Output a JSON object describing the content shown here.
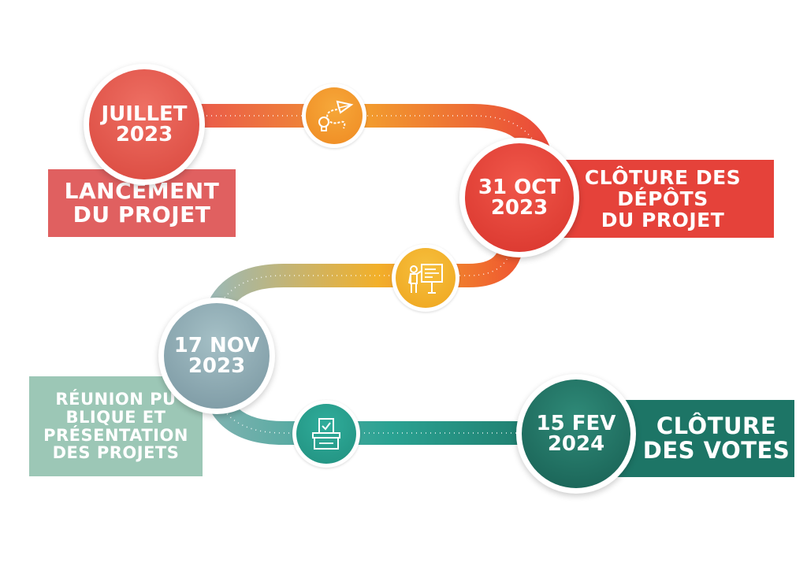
{
  "colors": {
    "red": "#e64a3b",
    "coral": "#e06060",
    "orange": "#f07a2a",
    "yellow": "#f2b328",
    "teal_grey": "#8aa8b0",
    "mint": "#9cc7b6",
    "teal": "#2aa292",
    "dark_green": "#1d7566"
  },
  "milestones": [
    {
      "date_line1": "JUILLET",
      "date_line2": "2023",
      "label_lines": [
        "LANCEMENT",
        "DU PROJET"
      ]
    },
    {
      "date_line1": "31 OCT",
      "date_line2": "2023",
      "label_lines": [
        "CLÔTURE DES",
        "DÉPÔTS",
        "DU PROJET"
      ]
    },
    {
      "date_line1": "17 NOV",
      "date_line2": "2023",
      "label_lines": [
        "RÉUNION PU",
        "BLIQUE ET",
        "PRÉSENTATION",
        "DES PROJETS"
      ]
    },
    {
      "date_line1": "15 FEV",
      "date_line2": "2024",
      "label_lines": [
        "CLÔTURE",
        "DES VOTES"
      ]
    }
  ],
  "icons": [
    "paper-plane-lightbulb-icon",
    "presentation-board-icon",
    "ballot-box-icon"
  ]
}
